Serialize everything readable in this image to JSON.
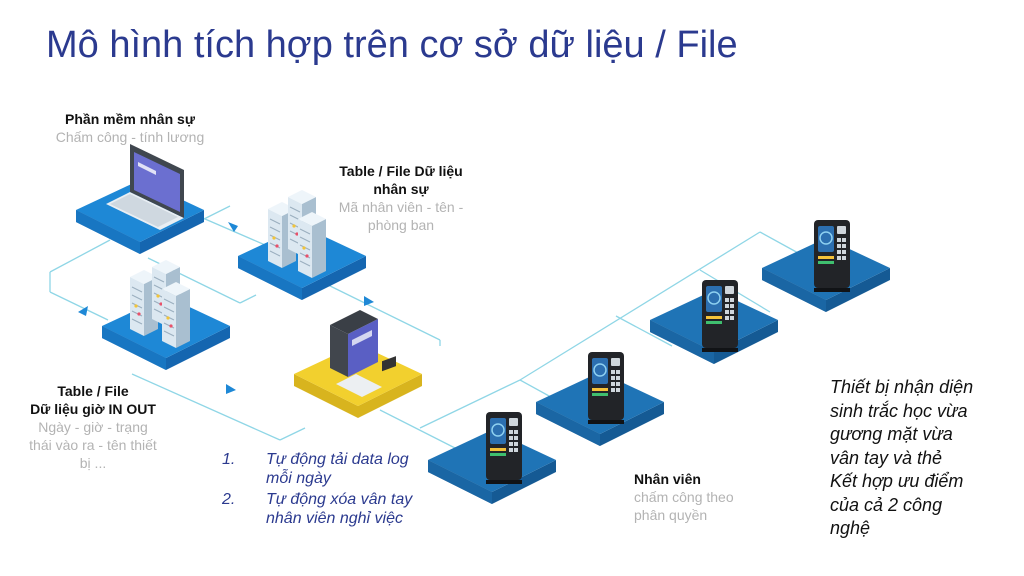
{
  "title": "Mô hình tích hợp trên cơ sở dữ liệu / File",
  "nodes": {
    "hr_software": {
      "heading": "Phần mềm nhân sự",
      "sub": "Chấm công - tính lương"
    },
    "hr_table": {
      "heading_line1": "Table / File  Dữ liệu",
      "heading_line2": "nhân sự",
      "sub_line1": "Mã nhân viên - tên -",
      "sub_line2": "phòng ban"
    },
    "inout_table": {
      "heading_line1": "Table / File",
      "heading_line2": "Dữ liệu giờ IN OUT",
      "sub_line1": "Ngày - giờ - trạng",
      "sub_line2": "thái vào ra - tên thiết",
      "sub_line3": "bị ..."
    },
    "employee": {
      "heading": "Nhân viên",
      "sub_line1": "chấm công theo",
      "sub_line2": "phân quyền"
    }
  },
  "steps": [
    {
      "num": "1.",
      "line1": "Tự động tải data log",
      "line2": "mỗi ngày"
    },
    {
      "num": "2.",
      "line1": "Tự động xóa vân tay",
      "line2": "nhân viên nghỉ việc"
    }
  ],
  "note": {
    "line1": "Thiết bị nhận diện",
    "line2": "sinh trắc học vừa",
    "line3": "gương mặt vừa",
    "line4": "vân tay và thẻ",
    "line5": "Kết hợp ưu điểm",
    "line6": "của cả 2 công",
    "line7": "nghệ"
  },
  "colors": {
    "title": "#2b3a8f",
    "tile_top": "#1e88d6",
    "tile_side": "#1566b0",
    "device_tile_top": "#1f74b6",
    "device_tile_side": "#155a94",
    "workstation_tile": "#f2d02e",
    "connector": "#8fd6e6",
    "arrow": "#1e88d6",
    "subtext": "#b3b3b3"
  },
  "icons": [
    "laptop-icon",
    "server-rack-icon",
    "workstation-icon",
    "biometric-terminal-icon"
  ]
}
